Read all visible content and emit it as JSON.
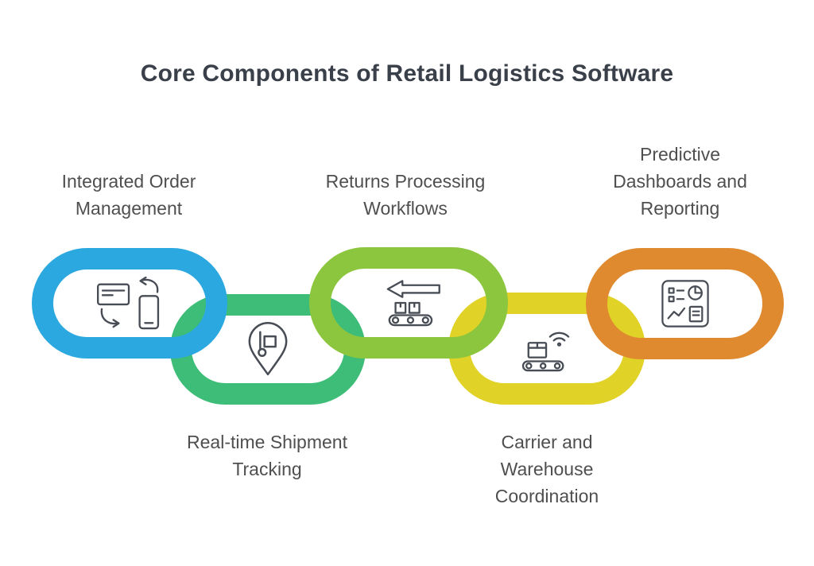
{
  "title": "Core Components of Retail Logistics Software",
  "components": [
    {
      "label": "Integrated Order Management",
      "color": "#2ca8e0",
      "icon": "order-sync-icon"
    },
    {
      "label": "Real-time Shipment Tracking",
      "color": "#3dbd77",
      "icon": "shipment-tracking-pin-icon"
    },
    {
      "label": "Returns Processing Workflows",
      "color": "#8cc63f",
      "icon": "returns-conveyor-icon"
    },
    {
      "label": "Carrier and Warehouse Coordination",
      "color": "#e0d226",
      "icon": "carrier-conveyor-wifi-icon"
    },
    {
      "label": "Predictive Dashboards and Reporting",
      "color": "#e08a30",
      "icon": "dashboard-report-icon"
    }
  ],
  "colors": {
    "background": "#ffffff",
    "title_text": "#3a4049",
    "label_text": "#4f4f4f",
    "icon_stroke": "#474c55"
  }
}
